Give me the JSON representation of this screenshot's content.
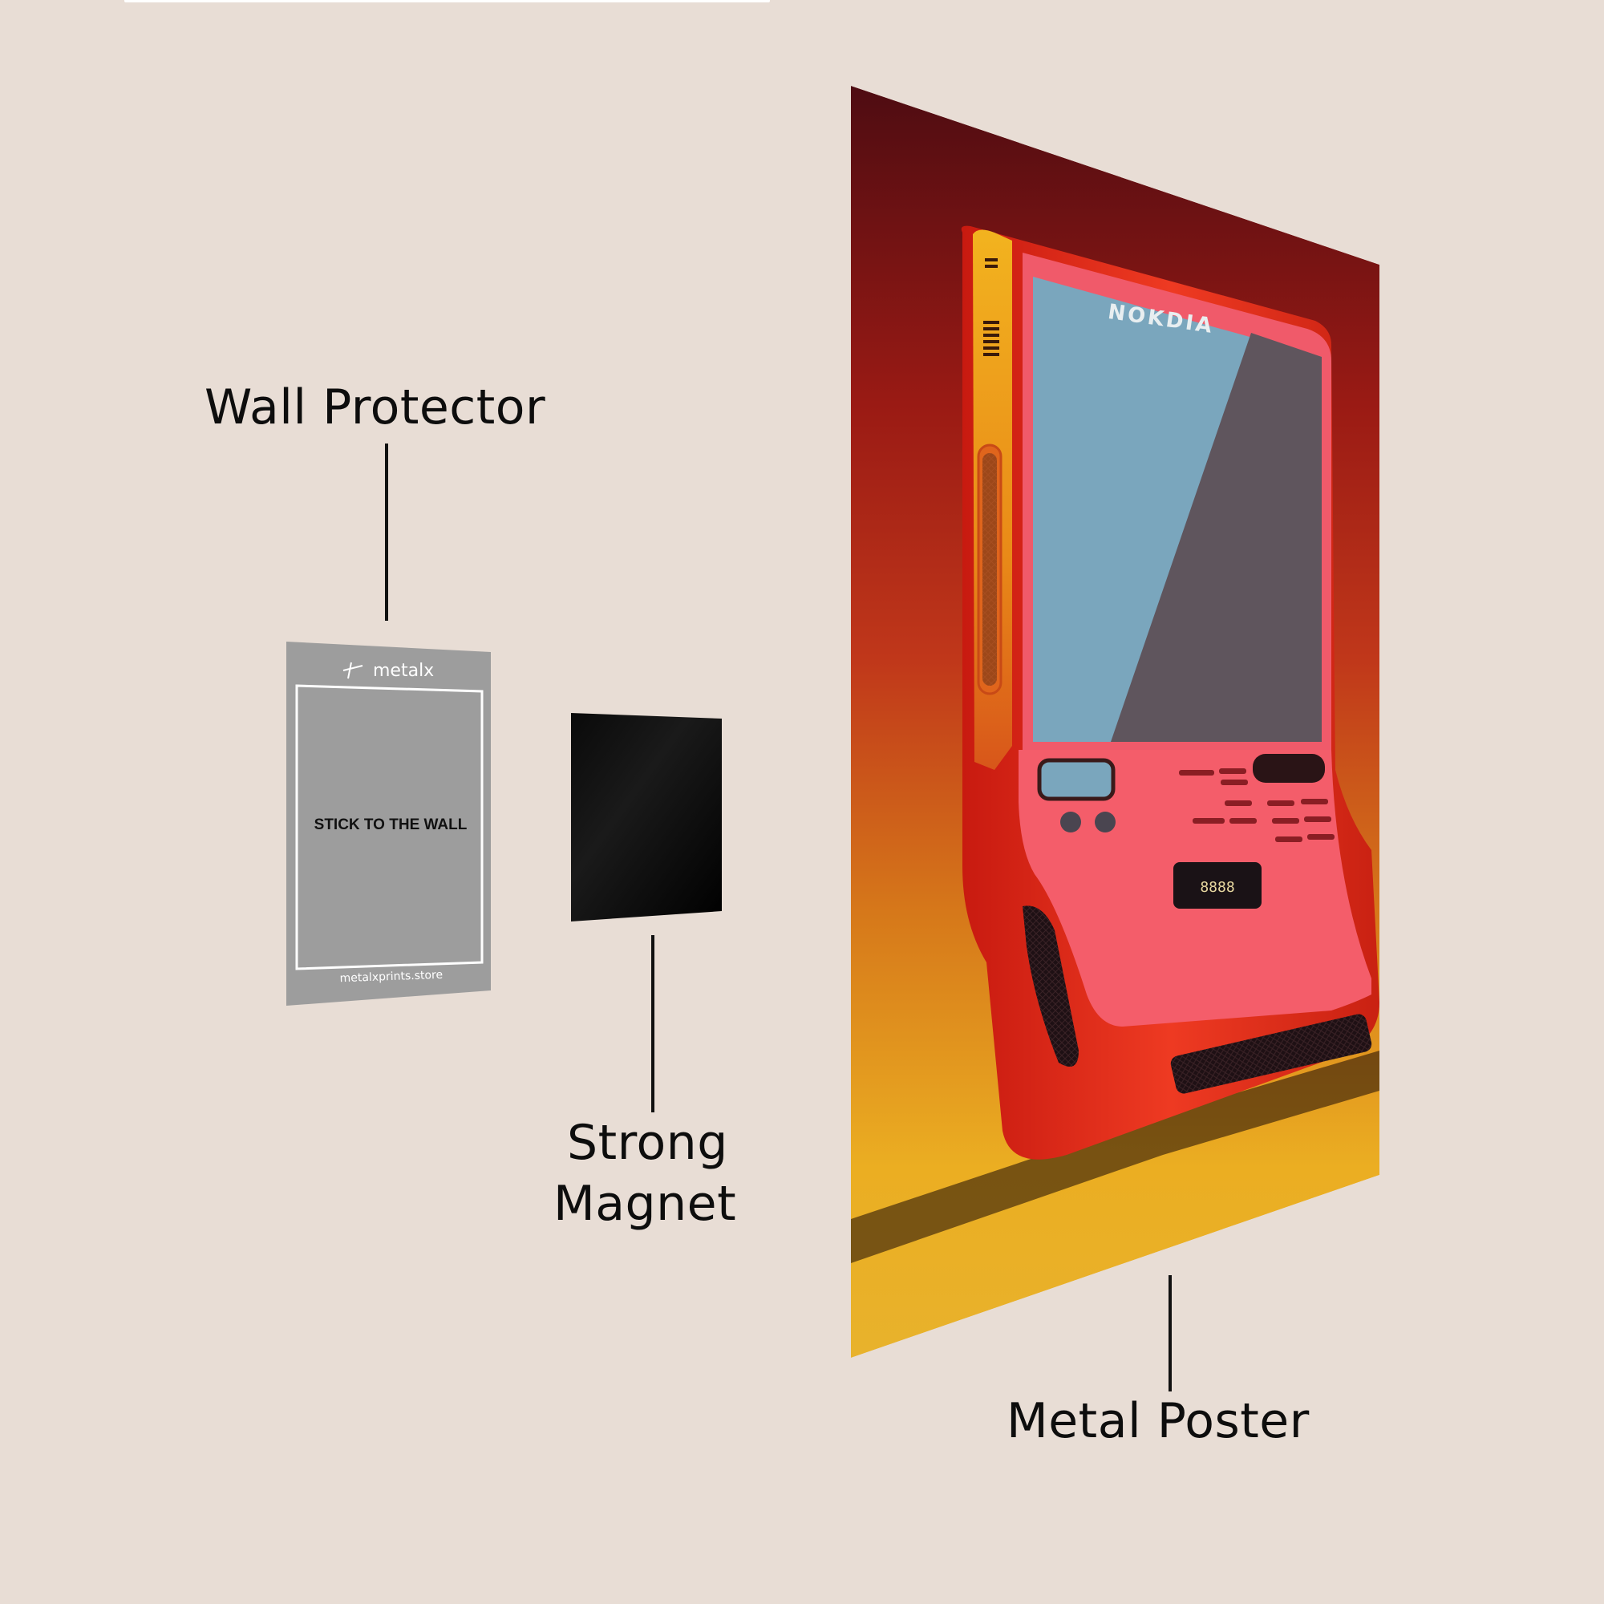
{
  "labels": {
    "wall_protector": "Wall Protector",
    "strong_magnet_line1": "Strong",
    "strong_magnet_line2": "Magnet",
    "metal_poster": "Metal Poster"
  },
  "wall_protector": {
    "brand": "metalx",
    "center_text": "STICK TO THE WALL",
    "footer_url": "metalxprints.store",
    "color": "#9d9d9d"
  },
  "magnet": {
    "color": "#050505"
  },
  "poster": {
    "device_brand": "NOKDIA",
    "display_readout": "8888",
    "gradient_top": "#5e1016",
    "gradient_mid": "#c9501a",
    "gradient_bottom": "#efb424",
    "device_body": "#e8281a",
    "device_panel": "#f45d6a",
    "screen_blue": "#7aa6bd",
    "screen_gray": "#5f555d",
    "side_strip": "#f0a020"
  },
  "colors": {
    "background": "#e8ddd5",
    "text": "#0d0d0d"
  }
}
